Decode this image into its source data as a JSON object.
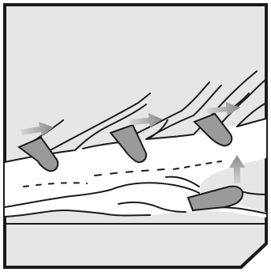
{
  "figure": {
    "background_color": "#e6e6e6",
    "frame_color": "#1a1a1a",
    "log_fill_color": "#ffffff",
    "blade_color": "#9a9a9a",
    "arrow_colors": [
      "#8a8a8a",
      "#d6d6d6"
    ],
    "arrow_directions": [
      "right",
      "right",
      "right",
      "up"
    ],
    "icons": [
      "tree-branch-illustration",
      "saw-blade-shape",
      "direction-arrow-icon",
      "cut-corner-frame"
    ]
  }
}
